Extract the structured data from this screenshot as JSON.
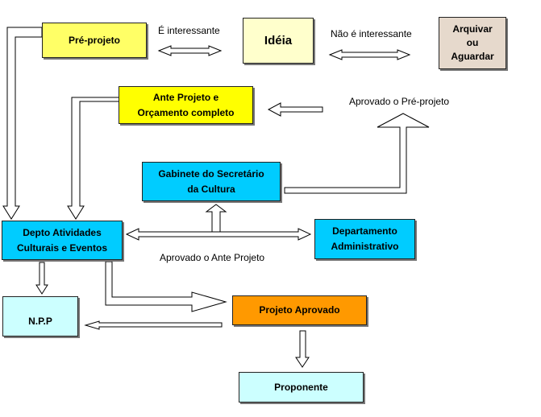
{
  "colors": {
    "yellow": "#ffff66",
    "pale_yellow": "#ffffcc",
    "cyan": "#00ccff",
    "light_cyan": "#ccffff",
    "orange": "#ff9900",
    "tan": "#e6d9cc"
  },
  "boxes": {
    "pre_projeto": "Pré-projeto",
    "ideia": "Idéia",
    "arquivar": "Arquivar\nou\nAguardar",
    "ante_projeto": "Ante Projeto e\nOrçamento completo",
    "gabinete": "Gabinete do Secretário\nda Cultura",
    "depto_atividades": "Depto Atividades\nCulturais e Eventos",
    "departamento_adm": "Departamento\nAdministrativo",
    "npp": "N.P.P",
    "projeto_aprovado": "Projeto Aprovado",
    "proponente": "Proponente"
  },
  "labels": {
    "interessante": "É interessante",
    "nao_interessante": "Não é interessante",
    "aprovado_pre": "Aprovado o Pré-projeto",
    "aprovado_ante": "Aprovado o Ante Projeto"
  }
}
